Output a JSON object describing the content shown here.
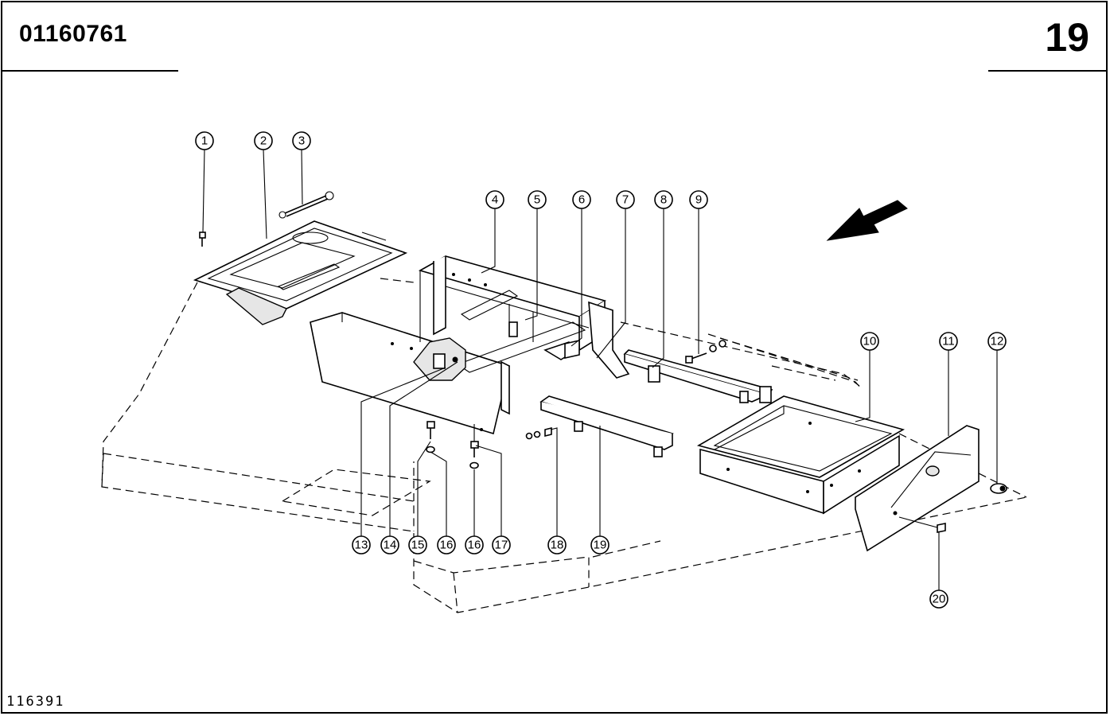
{
  "header": {
    "doc_number": "01160761",
    "page_number": "19"
  },
  "footer": {
    "figure_code": "116391"
  },
  "callouts": [
    {
      "id": "c1",
      "label": "1"
    },
    {
      "id": "c2",
      "label": "2"
    },
    {
      "id": "c3",
      "label": "3"
    },
    {
      "id": "c4",
      "label": "4"
    },
    {
      "id": "c5",
      "label": "5"
    },
    {
      "id": "c6",
      "label": "6"
    },
    {
      "id": "c7",
      "label": "7"
    },
    {
      "id": "c8",
      "label": "8"
    },
    {
      "id": "c9",
      "label": "9"
    },
    {
      "id": "c10",
      "label": "10"
    },
    {
      "id": "c11",
      "label": "11"
    },
    {
      "id": "c12",
      "label": "12"
    },
    {
      "id": "c13",
      "label": "13"
    },
    {
      "id": "c14",
      "label": "14"
    },
    {
      "id": "c15",
      "label": "15"
    },
    {
      "id": "c16a",
      "label": "16"
    },
    {
      "id": "c16b",
      "label": "16"
    },
    {
      "id": "c17",
      "label": "17"
    },
    {
      "id": "c18",
      "label": "18"
    },
    {
      "id": "c19",
      "label": "19"
    },
    {
      "id": "c20",
      "label": "20"
    }
  ]
}
